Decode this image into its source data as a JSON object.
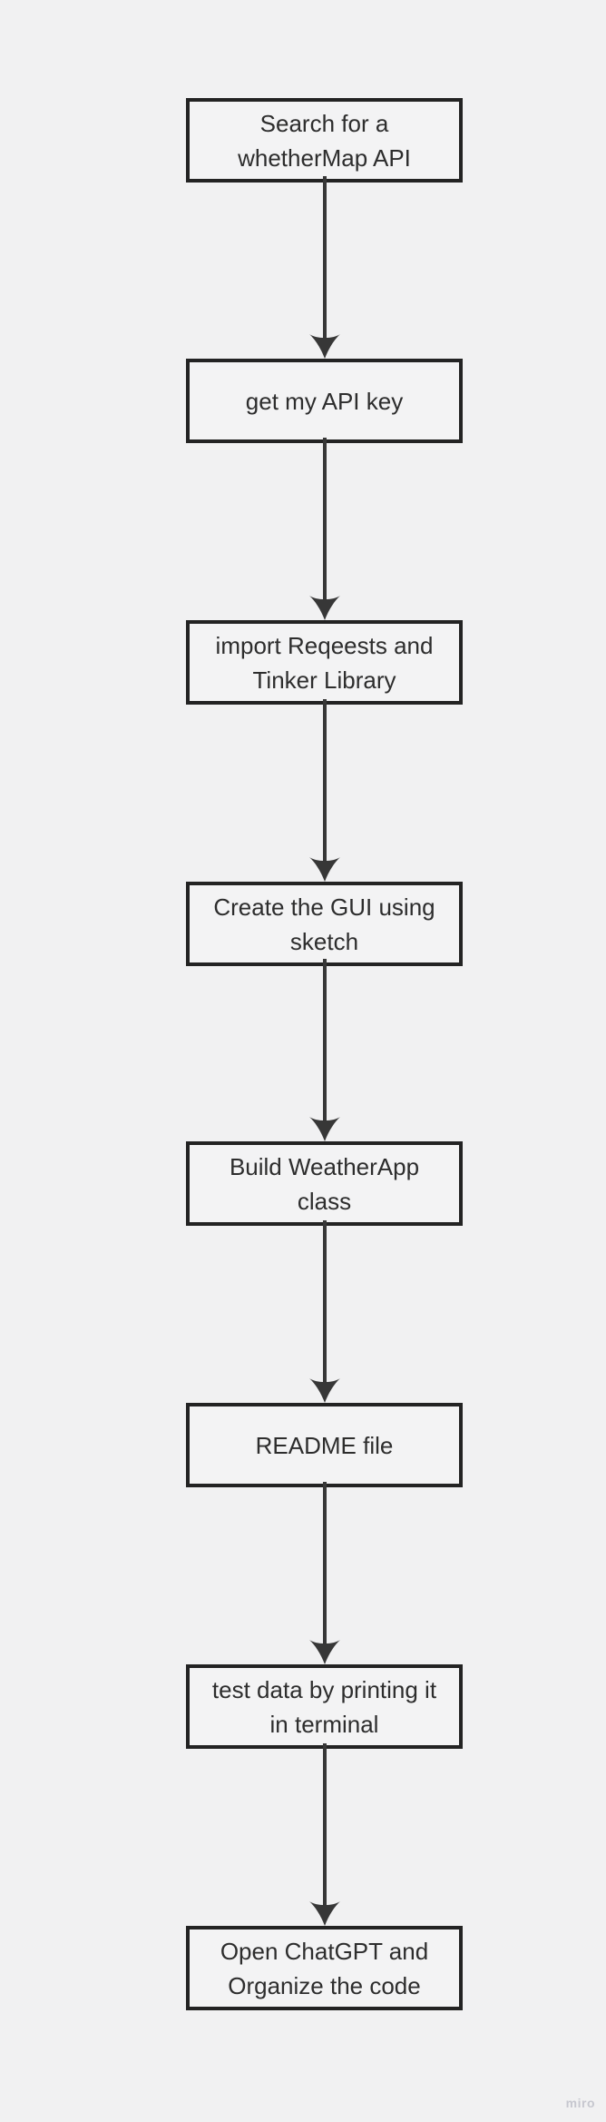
{
  "canvas": {
    "background_color": "#f1f1f2",
    "watermark": "miro"
  },
  "flowchart": {
    "type": "flowchart",
    "direction": "top-down",
    "node_fill_color": "#f3f3f4",
    "node_border_color": "#232323",
    "node_text_color": "#2d2d2d",
    "connector_color": "#373737",
    "steps": [
      {
        "label": "Search for a\nwhetherMap API"
      },
      {
        "label": "get my API key"
      },
      {
        "label": "import Reqeests and\nTinker Library"
      },
      {
        "label": "Create the GUI using\nsketch"
      },
      {
        "label": "Build WeatherApp\nclass"
      },
      {
        "label": "README file"
      },
      {
        "label": "test data by printing it\nin terminal"
      },
      {
        "label": "Open ChatGPT and\nOrganize the code"
      }
    ]
  }
}
